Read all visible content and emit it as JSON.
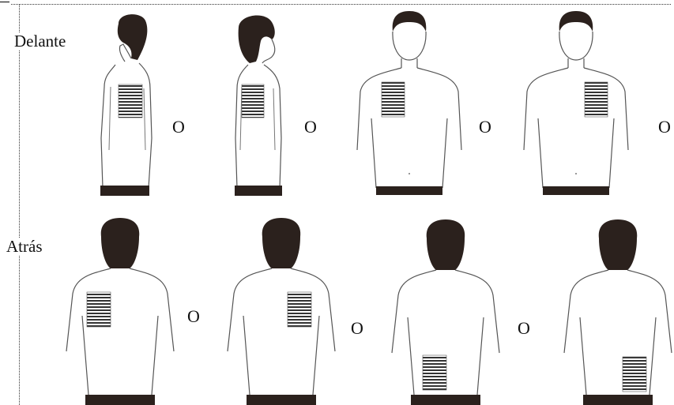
{
  "rows": {
    "front": {
      "label": "Delante"
    },
    "back": {
      "label": "Atrás"
    }
  },
  "separator": "O",
  "colors": {
    "figure_outline": "#555555",
    "hair_and_shorts": "#2b211d",
    "patch": "#333333",
    "frame": "#333333"
  }
}
